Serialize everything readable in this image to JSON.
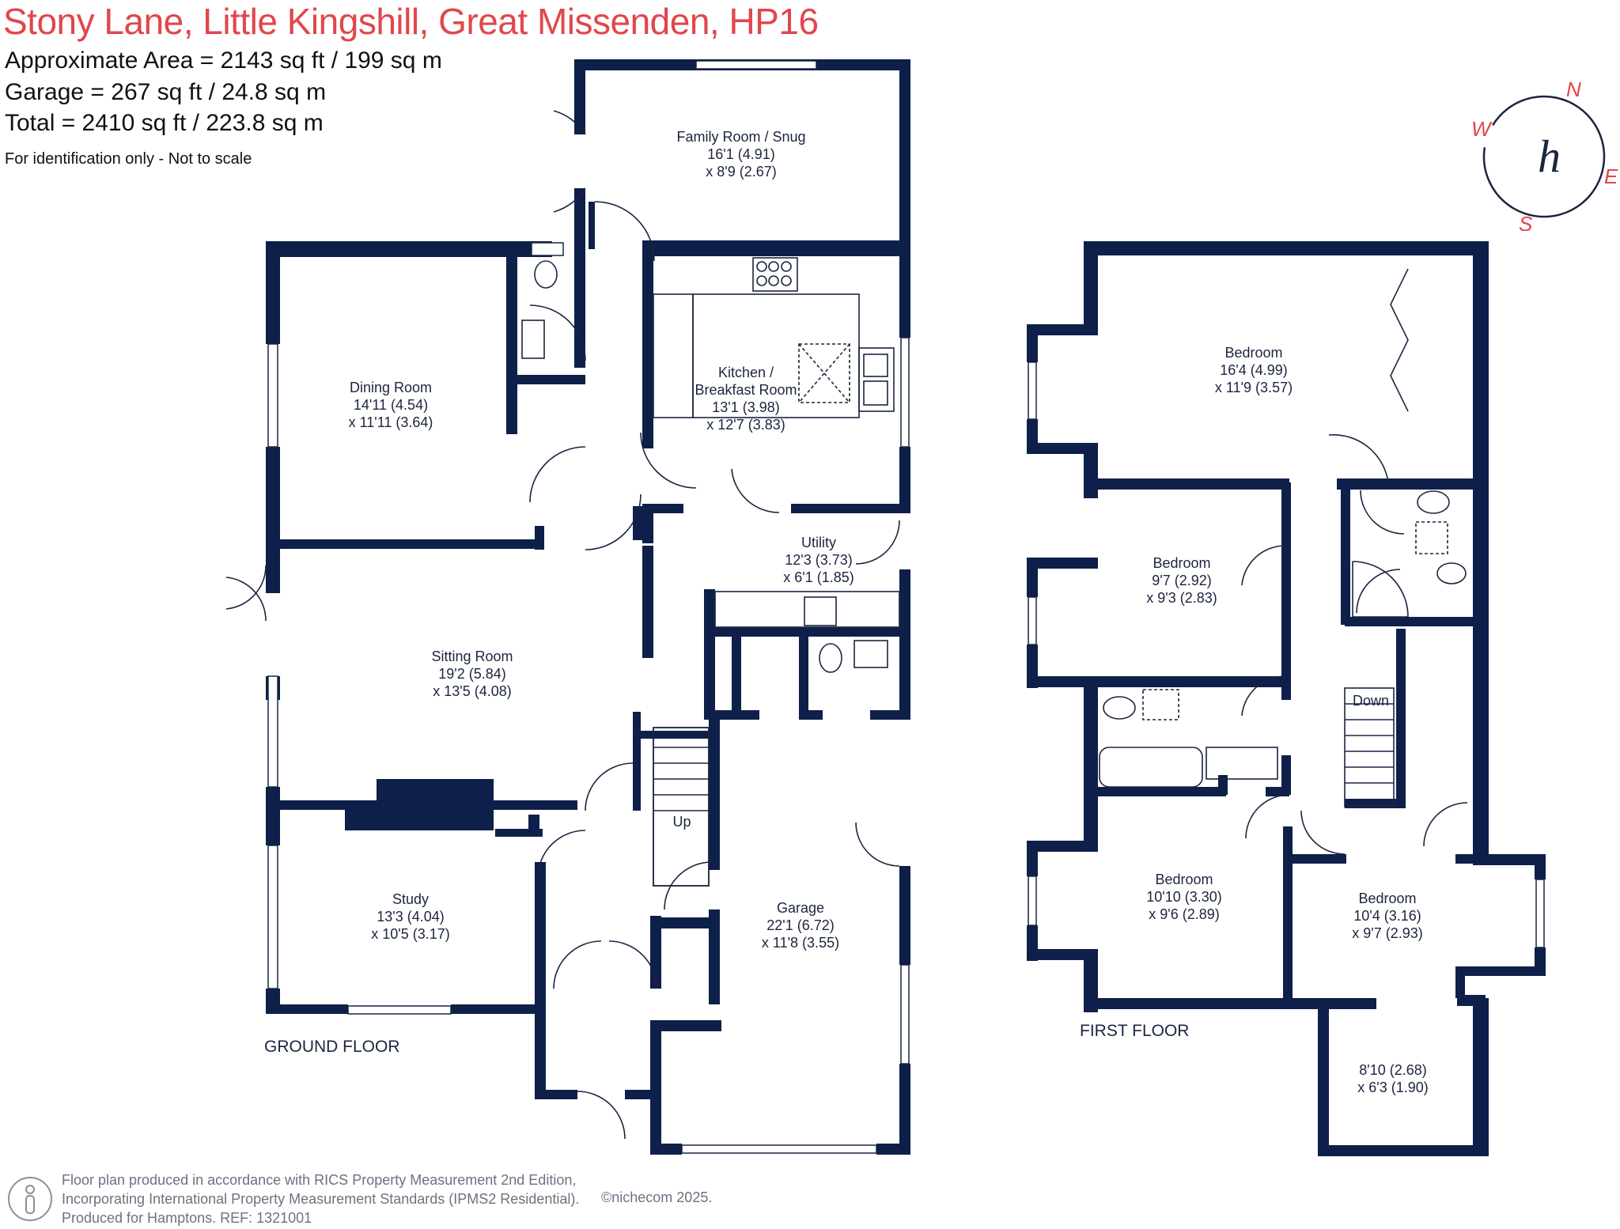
{
  "header": {
    "title": "Stony Lane, Little Kingshill, Great Missenden, HP16",
    "approx_area": "Approximate Area = 2143 sq ft / 199 sq m",
    "garage_area": "Garage = 267 sq ft / 24.8 sq m",
    "total_area": "Total = 2410 sq ft / 223.8 sq m",
    "note": "For identification only - Not to scale"
  },
  "ground_floor": {
    "label": "GROUND FLOOR",
    "rooms": [
      {
        "name": "Family Room / Snug",
        "dim1": "16'1 (4.91)",
        "dim2": "x 8'9 (2.67)"
      },
      {
        "name": "Dining Room",
        "dim1": "14'11 (4.54)",
        "dim2": "x 11'11 (3.64)"
      },
      {
        "name": "Kitchen /",
        "name2": "Breakfast Room",
        "dim1": "13'1 (3.98)",
        "dim2": "x 12'7 (3.83)"
      },
      {
        "name": "Utility",
        "dim1": "12'3 (3.73)",
        "dim2": "x 6'1 (1.85)"
      },
      {
        "name": "Sitting Room",
        "dim1": "19'2 (5.84)",
        "dim2": "x 13'5 (4.08)"
      },
      {
        "name": "Study",
        "dim1": "13'3 (4.04)",
        "dim2": "x 10'5 (3.17)"
      },
      {
        "name": "Garage",
        "dim1": "22'1 (6.72)",
        "dim2": "x 11'8 (3.55)"
      }
    ],
    "stairs_label": "Up"
  },
  "first_floor": {
    "label": "FIRST FLOOR",
    "rooms": [
      {
        "name": "Bedroom",
        "dim1": "16'4 (4.99)",
        "dim2": "x 11'9 (3.57)"
      },
      {
        "name": "Bedroom",
        "dim1": "9'7 (2.92)",
        "dim2": "x 9'3 (2.83)"
      },
      {
        "name": "Bedroom",
        "dim1": "10'10 (3.30)",
        "dim2": "x 9'6 (2.89)"
      },
      {
        "name": "Bedroom",
        "dim1": "10'4 (3.16)",
        "dim2": "x 9'7 (2.93)"
      },
      {
        "name": "",
        "dim1": "8'10 (2.68)",
        "dim2": "x 6'3 (1.90)"
      }
    ],
    "stairs_label": "Down"
  },
  "compass": {
    "n": "N",
    "e": "E",
    "s": "S",
    "w": "W",
    "logo": "h"
  },
  "footer": {
    "line1": "Floor plan produced in accordance with RICS Property Measurement 2nd Edition,",
    "line2": "Incorporating International Property Measurement Standards (IPMS2 Residential).",
    "line3": "Produced for Hamptons.   REF:  1321001",
    "copyright": "©nichecom 2025."
  },
  "colors": {
    "accent": "#e0474c",
    "wall": "#0e1f4a",
    "text": "#1c2540"
  },
  "icons": [
    "person-icon",
    "compass-logo-icon"
  ]
}
